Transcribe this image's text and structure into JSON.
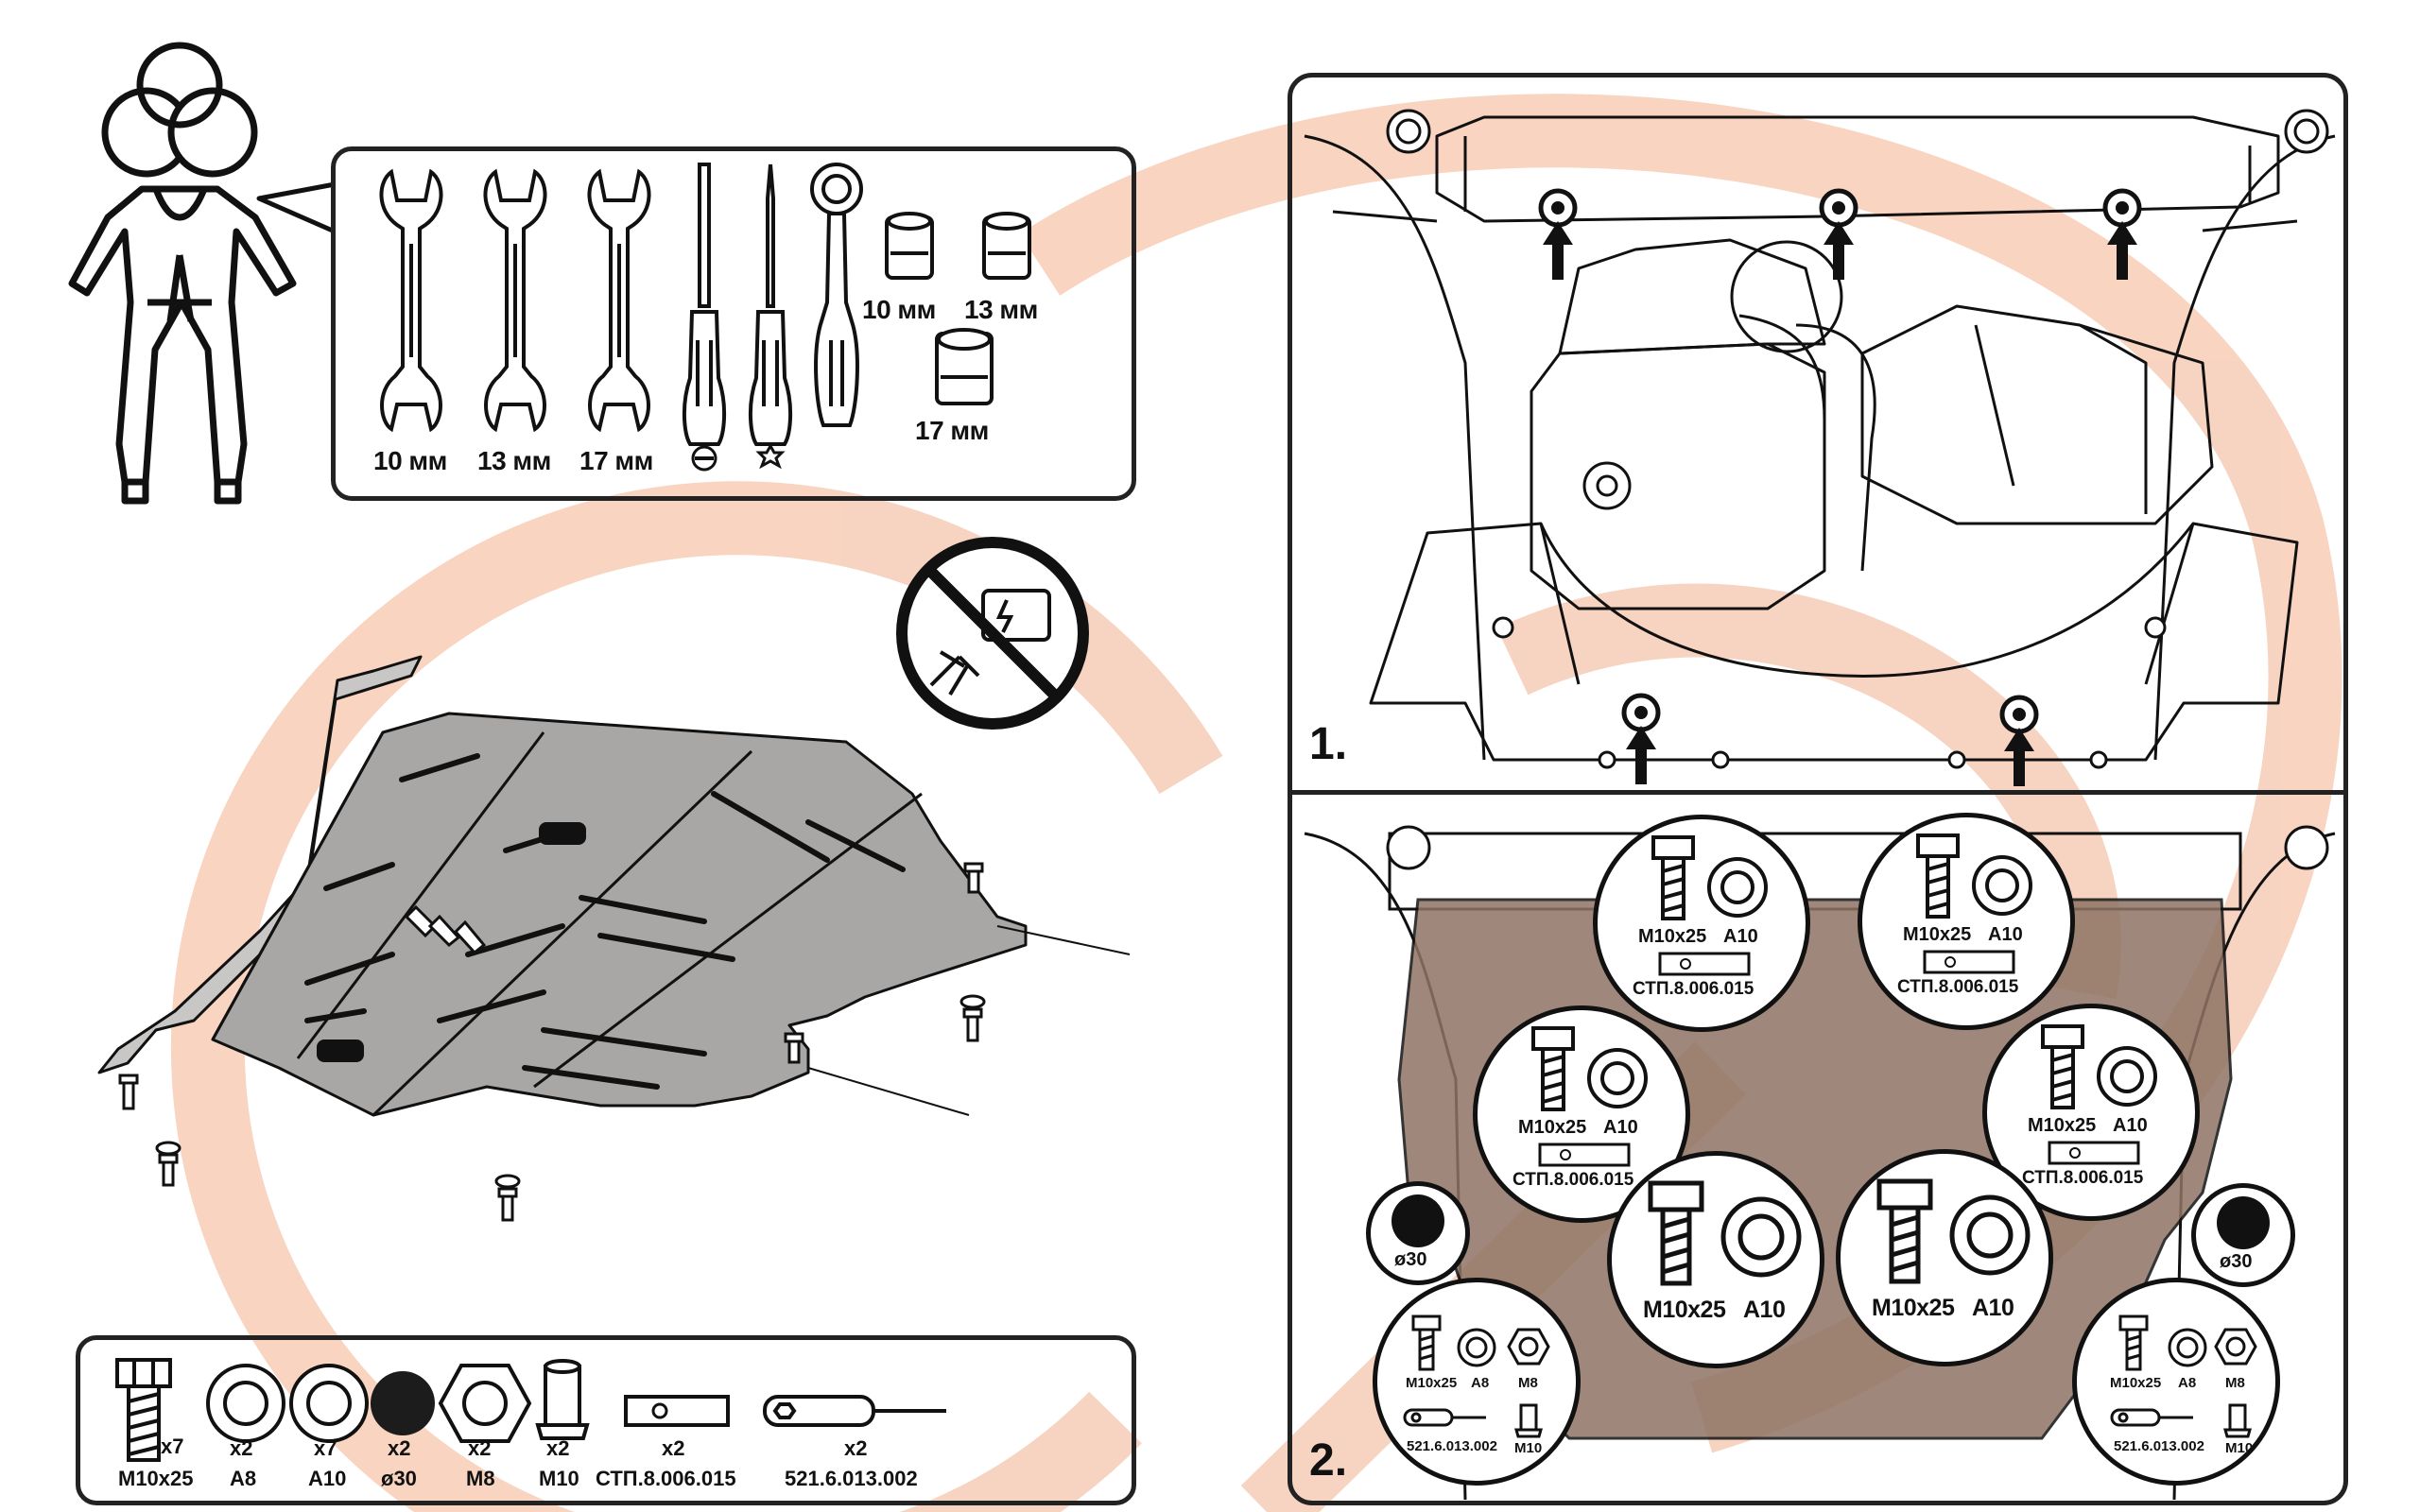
{
  "tools": {
    "wrenches": [
      {
        "label": "10 мм"
      },
      {
        "label": "13 мм"
      },
      {
        "label": "17 мм"
      }
    ],
    "sockets": [
      {
        "label": "10 мм"
      },
      {
        "label": "13 мм"
      },
      {
        "label": "17 мм"
      }
    ]
  },
  "steps": {
    "step1": "1.",
    "step2": "2."
  },
  "callouts": {
    "bolt": "M10x25",
    "washer": "A10",
    "plate": "СТП.8.006.015",
    "hole_label": "ø30",
    "small_bolt": "M10x25",
    "small_washer": "A8",
    "small_nut": "M8",
    "small_bracket": "521.6.013.002",
    "small_insert": "M10"
  },
  "parts": [
    {
      "qty": "x7",
      "label": "M10x25",
      "icon": "bolt-icon"
    },
    {
      "qty": "x2",
      "label": "A8",
      "icon": "washer-icon"
    },
    {
      "qty": "x7",
      "label": "A10",
      "icon": "washer-icon"
    },
    {
      "qty": "x2",
      "label": "ø30",
      "icon": "plug-icon"
    },
    {
      "qty": "x2",
      "label": "M8",
      "icon": "nut-icon"
    },
    {
      "qty": "x2",
      "label": "M10",
      "icon": "insert-nut-icon"
    },
    {
      "qty": "x2",
      "label": "СТП.8.006.015",
      "icon": "plate-icon"
    },
    {
      "qty": "x2",
      "label": "521.6.013.002",
      "icon": "bracket-icon"
    }
  ],
  "colors": {
    "line": "#111111",
    "watermark": "#f6c9b2",
    "shield": "#a9a7a6",
    "underlay": "#8f7464"
  }
}
